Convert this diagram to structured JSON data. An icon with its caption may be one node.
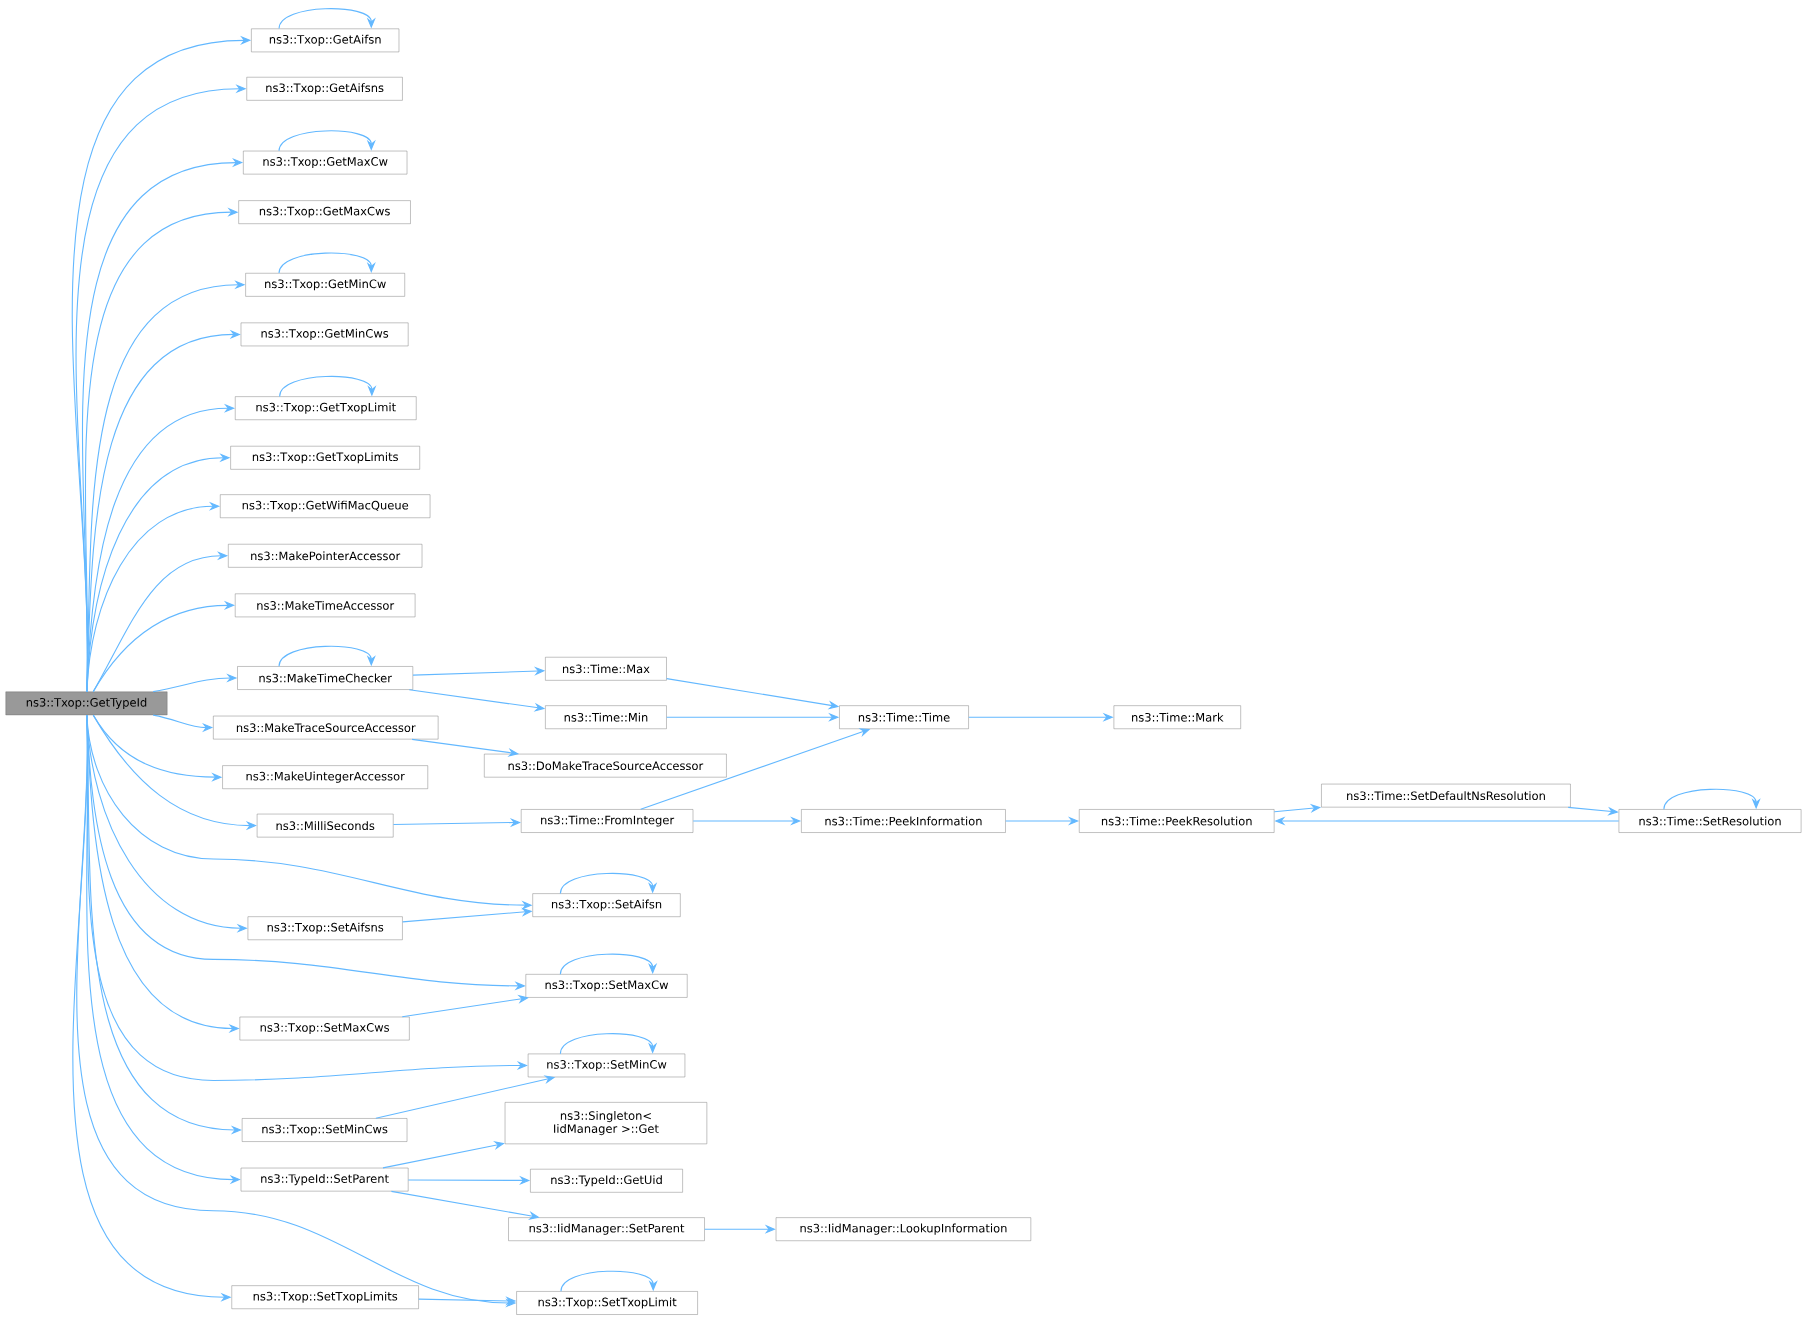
{
  "diagram": {
    "nodes": [
      {
        "text": [
          "ns3::Txop::GetTypeId"
        ]
      },
      {
        "text": [
          "ns3::Txop::GetAifsn"
        ]
      },
      {
        "text": [
          "ns3::Txop::GetAifsns"
        ]
      },
      {
        "text": [
          "ns3::Txop::GetMaxCw"
        ]
      },
      {
        "text": [
          "ns3::Txop::GetMaxCws"
        ]
      },
      {
        "text": [
          "ns3::Txop::GetMinCw"
        ]
      },
      {
        "text": [
          "ns3::Txop::GetMinCws"
        ]
      },
      {
        "text": [
          "ns3::Txop::GetTxopLimit"
        ]
      },
      {
        "text": [
          "ns3::Txop::GetTxopLimits"
        ]
      },
      {
        "text": [
          "ns3::Txop::GetWifiMacQueue"
        ]
      },
      {
        "text": [
          "ns3::MakePointerAccessor"
        ]
      },
      {
        "text": [
          "ns3::MakeTimeAccessor"
        ]
      },
      {
        "text": [
          "ns3::MakeTimeChecker"
        ]
      },
      {
        "text": [
          "ns3::MakeTraceSourceAccessor"
        ]
      },
      {
        "text": [
          "ns3::MakeUintegerAccessor"
        ]
      },
      {
        "text": [
          "ns3::MilliSeconds"
        ]
      },
      {
        "text": [
          "ns3::Txop::SetAifsns"
        ]
      },
      {
        "text": [
          "ns3::Txop::SetMaxCws"
        ]
      },
      {
        "text": [
          "ns3::Txop::SetMinCws"
        ]
      },
      {
        "text": [
          "ns3::TypeId::SetParent"
        ]
      },
      {
        "text": [
          "ns3::Txop::SetTxopLimits"
        ]
      },
      {
        "text": [
          "ns3::Time::Max"
        ]
      },
      {
        "text": [
          "ns3::Time::Min"
        ]
      },
      {
        "text": [
          "ns3::DoMakeTraceSourceAccessor"
        ]
      },
      {
        "text": [
          "ns3::Time::FromInteger"
        ]
      },
      {
        "text": [
          "ns3::Txop::SetAifsn"
        ]
      },
      {
        "text": [
          "ns3::Txop::SetMaxCw"
        ]
      },
      {
        "text": [
          "ns3::Txop::SetMinCw"
        ]
      },
      {
        "text": [
          "ns3::Singleton< IidManager >::Get"
        ]
      },
      {
        "text": [
          "ns3::TypeId::GetUid"
        ]
      },
      {
        "text": [
          "ns3::IidManager::SetParent"
        ]
      },
      {
        "text": [
          "ns3::Txop::SetTxopLimit"
        ]
      },
      {
        "text": [
          "ns3::Time::Time"
        ]
      },
      {
        "text": [
          "ns3::Time::PeekInformation"
        ]
      },
      {
        "text": [
          "ns3::IidManager::LookupInformation"
        ]
      },
      {
        "text": [
          "ns3::Time::Mark"
        ]
      },
      {
        "text": [
          "ns3::Time::PeekResolution"
        ]
      },
      {
        "text": [
          "ns3::Time::SetDefaultNsResolution"
        ]
      },
      {
        "text": [
          "ns3::Time::SetResolution"
        ]
      }
    ],
    "edges": [
      {
        "from": 0,
        "to": 1,
        "arrow": "to"
      },
      {
        "from": 1,
        "to": 1,
        "arrow": "to"
      },
      {
        "from": 0,
        "to": 2,
        "arrow": "to"
      },
      {
        "from": 0,
        "to": 3,
        "arrow": "to"
      },
      {
        "from": 3,
        "to": 3,
        "arrow": "to"
      },
      {
        "from": 0,
        "to": 4,
        "arrow": "to"
      },
      {
        "from": 0,
        "to": 5,
        "arrow": "to"
      },
      {
        "from": 5,
        "to": 5,
        "arrow": "to"
      },
      {
        "from": 0,
        "to": 6,
        "arrow": "to"
      },
      {
        "from": 0,
        "to": 7,
        "arrow": "to"
      },
      {
        "from": 7,
        "to": 7,
        "arrow": "to"
      },
      {
        "from": 0,
        "to": 8,
        "arrow": "to"
      },
      {
        "from": 0,
        "to": 9,
        "arrow": "to"
      },
      {
        "from": 0,
        "to": 10,
        "arrow": "to"
      },
      {
        "from": 0,
        "to": 11,
        "arrow": "to"
      },
      {
        "from": 0,
        "to": 12,
        "arrow": "to"
      },
      {
        "from": 12,
        "to": 12,
        "arrow": "to"
      },
      {
        "from": 12,
        "to": 21,
        "arrow": "to"
      },
      {
        "from": 12,
        "to": 22,
        "arrow": "to"
      },
      {
        "from": 0,
        "to": 13,
        "arrow": "to"
      },
      {
        "from": 13,
        "to": 23,
        "arrow": "to"
      },
      {
        "from": 0,
        "to": 14,
        "arrow": "to"
      },
      {
        "from": 0,
        "to": 15,
        "arrow": "to"
      },
      {
        "from": 15,
        "to": 24,
        "arrow": "to"
      },
      {
        "from": 0,
        "to": 25,
        "arrow": "to"
      },
      {
        "from": 25,
        "to": 25,
        "arrow": "to"
      },
      {
        "from": 0,
        "to": 16,
        "arrow": "to"
      },
      {
        "from": 16,
        "to": 25,
        "arrow": "to"
      },
      {
        "from": 0,
        "to": 26,
        "arrow": "to"
      },
      {
        "from": 26,
        "to": 26,
        "arrow": "to"
      },
      {
        "from": 0,
        "to": 17,
        "arrow": "to"
      },
      {
        "from": 17,
        "to": 26,
        "arrow": "to"
      },
      {
        "from": 0,
        "to": 27,
        "arrow": "to"
      },
      {
        "from": 27,
        "to": 27,
        "arrow": "to"
      },
      {
        "from": 0,
        "to": 18,
        "arrow": "to"
      },
      {
        "from": 18,
        "to": 27,
        "arrow": "to"
      },
      {
        "from": 0,
        "to": 19,
        "arrow": "to"
      },
      {
        "from": 19,
        "to": 28,
        "arrow": "to"
      },
      {
        "from": 19,
        "to": 29,
        "arrow": "to"
      },
      {
        "from": 19,
        "to": 30,
        "arrow": "to"
      },
      {
        "from": 30,
        "to": 34,
        "arrow": "to"
      },
      {
        "from": 0,
        "to": 31,
        "arrow": "to"
      },
      {
        "from": 31,
        "to": 31,
        "arrow": "to"
      },
      {
        "from": 0,
        "to": 20,
        "arrow": "to"
      },
      {
        "from": 20,
        "to": 31,
        "arrow": "to"
      },
      {
        "from": 21,
        "to": 32,
        "arrow": "to"
      },
      {
        "from": 22,
        "to": 32,
        "arrow": "to"
      },
      {
        "from": 24,
        "to": 32,
        "arrow": "to"
      },
      {
        "from": 24,
        "to": 33,
        "arrow": "to"
      },
      {
        "from": 32,
        "to": 35,
        "arrow": "to"
      },
      {
        "from": 33,
        "to": 36,
        "arrow": "to"
      },
      {
        "from": 36,
        "to": 37,
        "arrow": "to"
      },
      {
        "from": 37,
        "to": 38,
        "arrow": "to"
      },
      {
        "from": 38,
        "to": 36,
        "arrow": "to"
      },
      {
        "from": 38,
        "to": 38,
        "arrow": "to"
      }
    ]
  }
}
